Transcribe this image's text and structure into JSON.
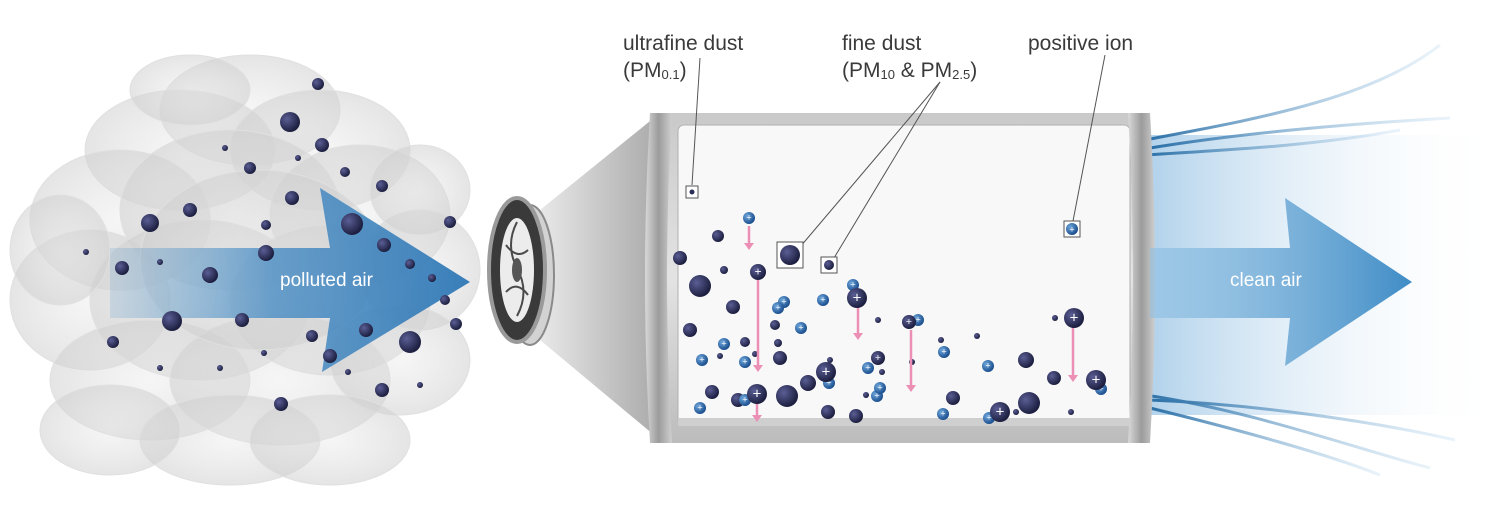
{
  "labels": {
    "ultrafine": {
      "line1": "ultrafine dust",
      "pm_main": "PM",
      "pm_sub": "0.1"
    },
    "fine": {
      "line1": "fine dust",
      "pm_a": "PM",
      "pm_a_sub": "10",
      "amp": " & ",
      "pm_b": "PM",
      "pm_b_sub": "2.5"
    },
    "positive_ion": "positive ion",
    "polluted_air": "polluted air",
    "clean_air": "clean air"
  },
  "ion_symbol": "+",
  "colors": {
    "particle": "#2b2d55",
    "ion": "#2f6fb4",
    "settle_arrow": "#ec8fb5",
    "arrow_blue": "#3d8ac3",
    "housing": "#b9b9b9",
    "chamber": "#f7f7f7",
    "smoke": "#d8d8d8",
    "leader_line": "#555555"
  }
}
